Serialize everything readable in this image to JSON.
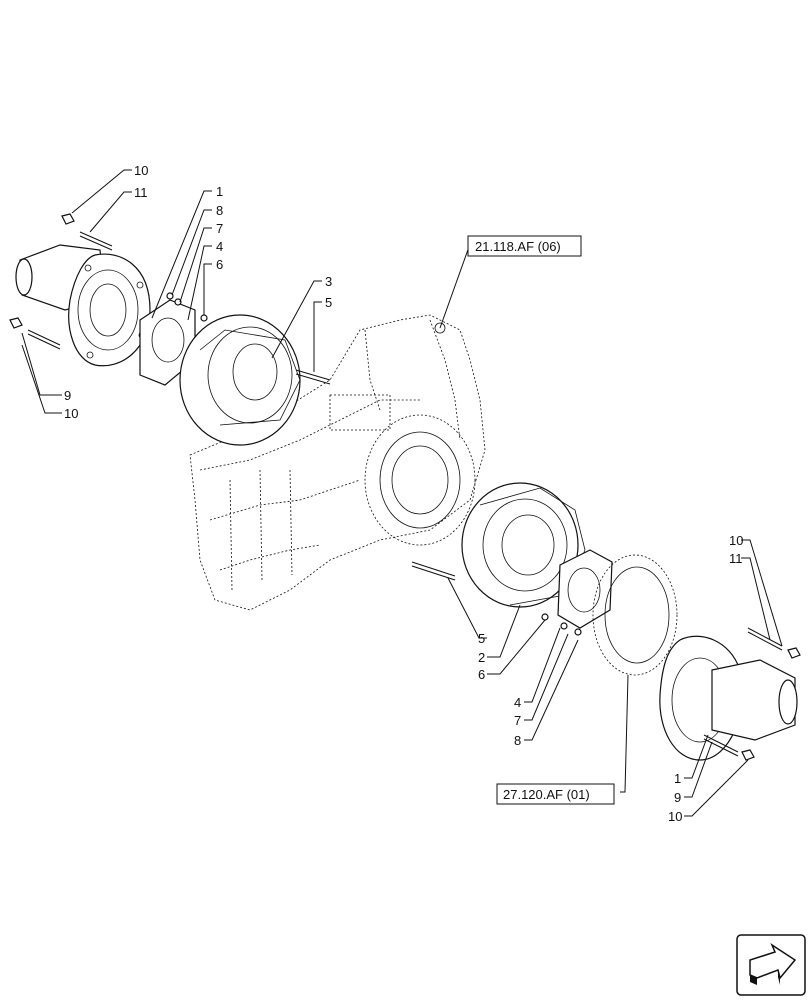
{
  "callouts": {
    "c10a": "10",
    "c11a": "11",
    "c9a": "9",
    "c10b": "10",
    "c1a": "1",
    "c8a": "8",
    "c7a": "7",
    "c4a": "4",
    "c6a": "6",
    "c3": "3",
    "c5a": "5",
    "c5b": "5",
    "c2": "2",
    "c6b": "6",
    "c4b": "4",
    "c7b": "7",
    "c8b": "8",
    "c10c": "10",
    "c11b": "11",
    "c1b": "1",
    "c9b": "9",
    "c10d": "10"
  },
  "refs": {
    "ref_top": "21.118.AF (06)",
    "ref_bottom": "27.120.AF (01)"
  },
  "icons": {
    "nav": "navigation-arrow-icon"
  }
}
